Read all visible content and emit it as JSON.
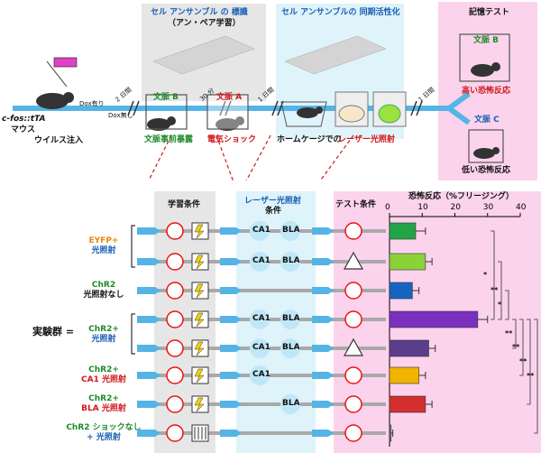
{
  "top": {
    "box1_title": "セル アンサンブル の 標識",
    "box1_sub": "（アン・ペア学習）",
    "box2_title": "セル アンサンブルの 同期活性化",
    "memory_test_title": "記憶テスト",
    "mouse_label": "c-fos::tTA",
    "mouse_label2": "マウス",
    "dox_on": "Dox有り",
    "dox_off": "Dox無し",
    "two_days": "2 日間",
    "thirty_min": "30 分",
    "one_day_a": "1 日間",
    "one_day_b": "1 日間",
    "virus": "ウイルス注入",
    "ctx_b": "文脈 B",
    "ctx_a": "文脈 A",
    "ctx_b_pre": "文脈事前暴露",
    "shock": "電気ショック",
    "homecage": "ホームケージでの",
    "laser": "レーザー光照射",
    "ctx_b_test": "文脈 B",
    "high_fear": "高い恐怖反応",
    "ctx_c": "文脈 C",
    "low_fear": "低い恐怖反応"
  },
  "headers": {
    "learning": "学習条件",
    "laser": "レーザー光照射",
    "laser2": "条件",
    "test": "テスト条件",
    "fear": "恐怖反応（%フリージング）"
  },
  "axis_ticks": [
    "0",
    "10",
    "20",
    "30",
    "40"
  ],
  "group_label": "実験群 =",
  "rows": [
    {
      "label1": "EYFP+",
      "label2": "光照射",
      "color1": "#e8860b",
      "color2": "#1a5fb4",
      "ca1": "CA1",
      "bla": "BLA",
      "test": "circle",
      "shock": true
    },
    {
      "label1": "",
      "label2": "",
      "color1": "#000000",
      "color2": "#000000",
      "ca1": "CA1",
      "bla": "BLA",
      "test": "triangle",
      "shock": true
    },
    {
      "label1": "ChR2",
      "label2": "光照射なし",
      "color1": "#1d8a2c",
      "color2": "#111111",
      "ca1": "",
      "bla": "",
      "test": "circle",
      "shock": true
    },
    {
      "label1": "ChR2+",
      "label2": "光照射",
      "color1": "#1d8a2c",
      "color2": "#1a5fb4",
      "ca1": "CA1",
      "bla": "BLA",
      "test": "circle",
      "shock": true
    },
    {
      "label1": "",
      "label2": "",
      "color1": "#000000",
      "color2": "#000000",
      "ca1": "CA1",
      "bla": "BLA",
      "test": "triangle",
      "shock": true
    },
    {
      "label1": "ChR2+",
      "label2": "CA1 光照射",
      "color1": "#1d8a2c",
      "color2": "#d0181c",
      "ca1": "CA1",
      "bla": "",
      "test": "circle",
      "shock": true
    },
    {
      "label1": "ChR2+",
      "label2": "BLA 光照射",
      "color1": "#1d8a2c",
      "color2": "#d0181c",
      "ca1": "",
      "bla": "BLA",
      "test": "circle",
      "shock": true
    },
    {
      "label1": "ChR2 ショックなし",
      "label2": "+ 光照射",
      "color1": "#1d8a2c",
      "color2": "#1a5fb4",
      "ca1": "",
      "bla": "",
      "test": "circle",
      "shock": false
    }
  ],
  "chart_data": {
    "type": "bar",
    "orientation": "horizontal",
    "title": "恐怖反応（%フリージング）",
    "xlim": [
      0,
      40
    ],
    "ticks": [
      0,
      10,
      20,
      30,
      40
    ],
    "values": [
      8,
      11,
      7,
      27,
      12,
      9,
      11,
      0.5
    ],
    "errors": [
      3,
      2,
      2,
      3,
      2,
      2,
      2,
      0.5
    ],
    "colors": [
      "#22a547",
      "#8bd13a",
      "#1565c0",
      "#7b2fbe",
      "#5a3e8c",
      "#f3b400",
      "#d32f2f",
      "#777777"
    ],
    "significance": [
      "*",
      "**",
      "*",
      "**",
      "**",
      "**",
      "**"
    ]
  }
}
